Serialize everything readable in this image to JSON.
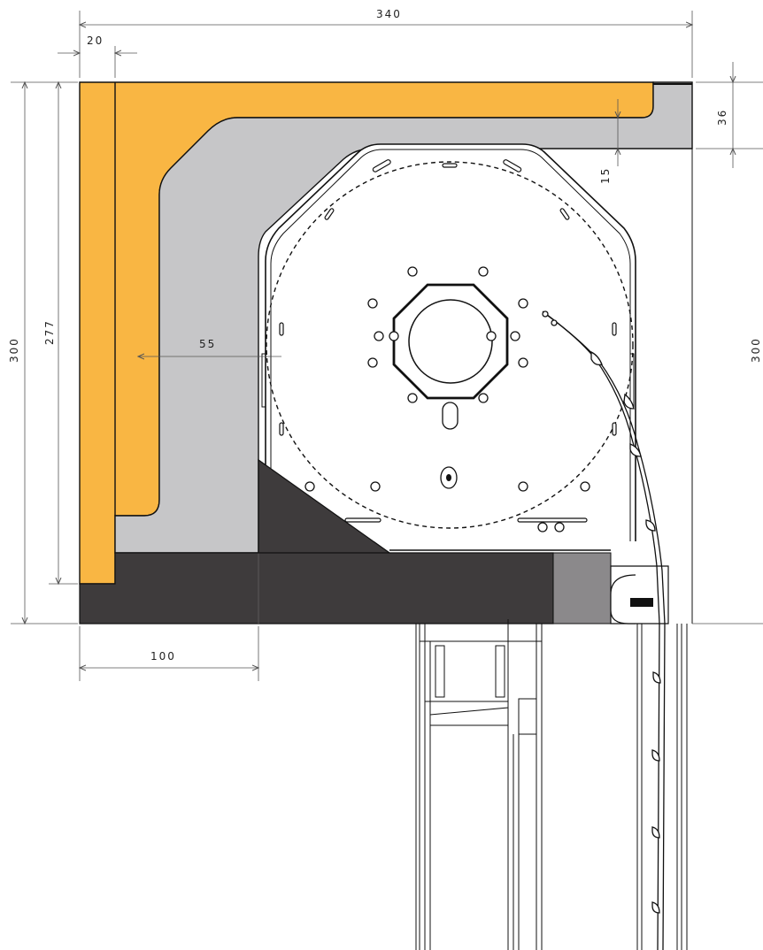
{
  "dimensions": {
    "total_width": "340",
    "insulation_thickness": "20",
    "top_gap": "36",
    "clearance": "15",
    "height_left_outer": "300",
    "height_left_inner": "277",
    "side_offset": "55",
    "height_right": "300",
    "bottom_width": "100"
  },
  "colors": {
    "insulation": "#f9b643",
    "casing": "#c6c6c8",
    "lintel": "#3e3b3c",
    "cap": "#8b898b",
    "line": "#111111"
  }
}
